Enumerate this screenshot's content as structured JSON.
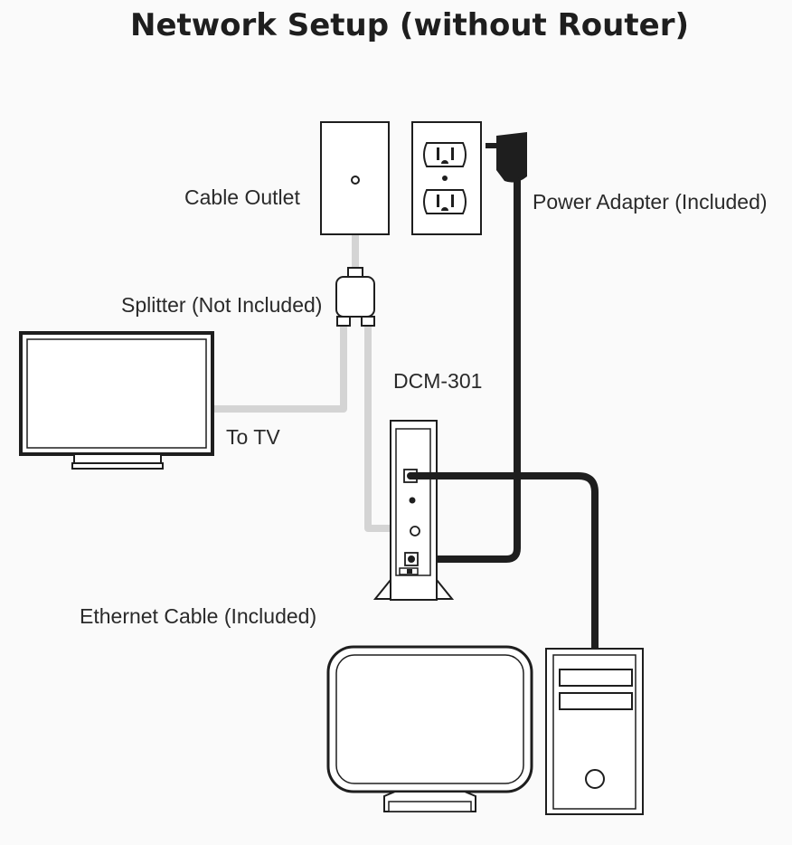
{
  "title": "Network Setup (without Router)",
  "labels": {
    "cable_outlet": "Cable Outlet",
    "power_adapter": "Power Adapter (Included)",
    "splitter": "Splitter (Not Included)",
    "modem": "DCM-301",
    "to_tv": "To TV",
    "ethernet_cable": "Ethernet Cable (Included)"
  }
}
